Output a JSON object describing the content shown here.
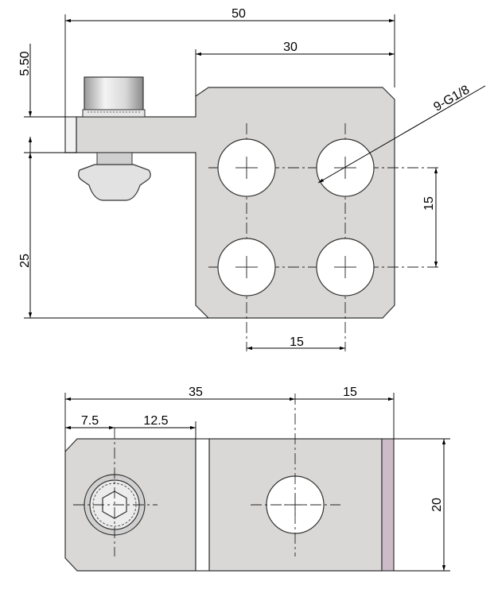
{
  "colors": {
    "part_fill": "#d9d8d6",
    "edge_strip": "#cdbcc7",
    "line": "#000000"
  },
  "top_view": {
    "dim_total_width": "50",
    "dim_block_width": "30",
    "dim_flange_thickness": "5.50",
    "dim_body_height": "25",
    "dim_port_vertical_pitch": "15",
    "dim_port_horizontal_pitch": "15",
    "port_callout": "9-G1/8"
  },
  "bottom_view": {
    "dim_total_length": "35",
    "dim_port_offset": "15",
    "dim_screw_offset": "7.5",
    "dim_screw_to_block": "12.5",
    "dim_width": "20"
  }
}
